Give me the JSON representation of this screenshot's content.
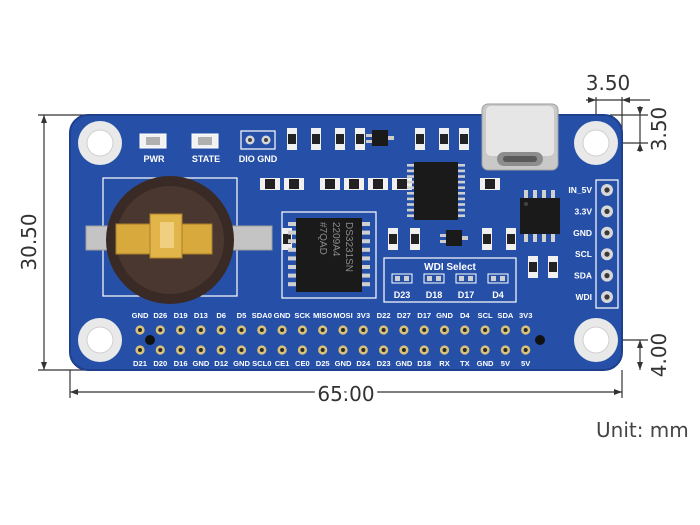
{
  "dimensions": {
    "width": "65.00",
    "height": "30.50",
    "hole_offset_x": "3.50",
    "hole_offset_y": "3.50",
    "bottom_offset": "4.00"
  },
  "unit_label": "Unit: mm",
  "silkscreen": {
    "pwr": "PWR",
    "state": "STATE",
    "dio_gnd": "DIO GND",
    "wdi_select": "WDI Select",
    "wdi_options": [
      "D23",
      "D18",
      "D17",
      "D4"
    ],
    "right_pins": [
      "IN_5V",
      "3.3V",
      "GND",
      "SCL",
      "SDA",
      "WDI"
    ],
    "top_row_labels": [
      "GND",
      "D26",
      "D19",
      "D13",
      "D6",
      "D5",
      "SDA0",
      "GND",
      "SCK",
      "MISO",
      "MOSI",
      "3V3",
      "D22",
      "D27",
      "D17",
      "GND",
      "D4",
      "SCL",
      "SDA",
      "3V3"
    ],
    "bottom_row_labels": [
      "D21",
      "D20",
      "D16",
      "GND",
      "D12",
      "GND",
      "SCL0",
      "CE1",
      "CE0",
      "D25",
      "GND",
      "D24",
      "D23",
      "GND",
      "D18",
      "RX",
      "TX",
      "GND",
      "5V",
      "5V"
    ]
  },
  "chip_main": [
    "DS3231SN",
    "2209A4",
    "#7QAD"
  ],
  "colors": {
    "board": "#2650a8",
    "board_edge": "#1d3f8c",
    "pad": "#e8e8e8",
    "chip": "#1a1a1a",
    "battery": "#3a2a25",
    "gold": "#d8a93c"
  }
}
